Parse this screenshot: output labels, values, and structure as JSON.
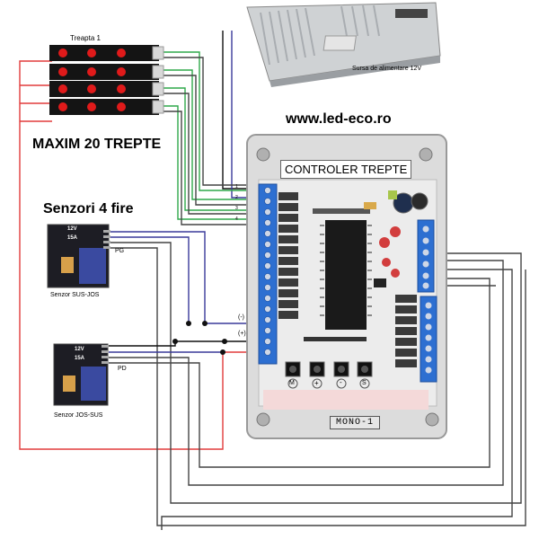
{
  "labels": {
    "strip_top": "Treapta 1",
    "psu": "Sursa de alimentare 12V",
    "url": "www.led-eco.ro",
    "max_steps": "MAXIM 20 TREPTE",
    "controller": "CONTROLER TREPTE",
    "sensors": "Senzori 4 fire",
    "sensor1_pins": "PG",
    "sensor1_name": "Senzor SUS-JOS",
    "sensor2_pins": "PD",
    "sensor2_name": "Senzor JOS-SUS",
    "sensor_12v": "12V",
    "sensor_15a": "15A",
    "neg": "(-)",
    "pos": "(+)",
    "board_name": "MONO-1",
    "btn_labels": [
      "M",
      "+",
      "-",
      "S"
    ],
    "ch": [
      "1",
      "2",
      "3",
      "4"
    ]
  },
  "colors": {
    "red_wire": "#e23b3b",
    "green_wire": "#2fa84a",
    "blue_wire": "#3a3a9a",
    "black_wire": "#111111",
    "led": "#e01a1a",
    "strip": "#141414",
    "terminal": "#2d6fd1"
  }
}
